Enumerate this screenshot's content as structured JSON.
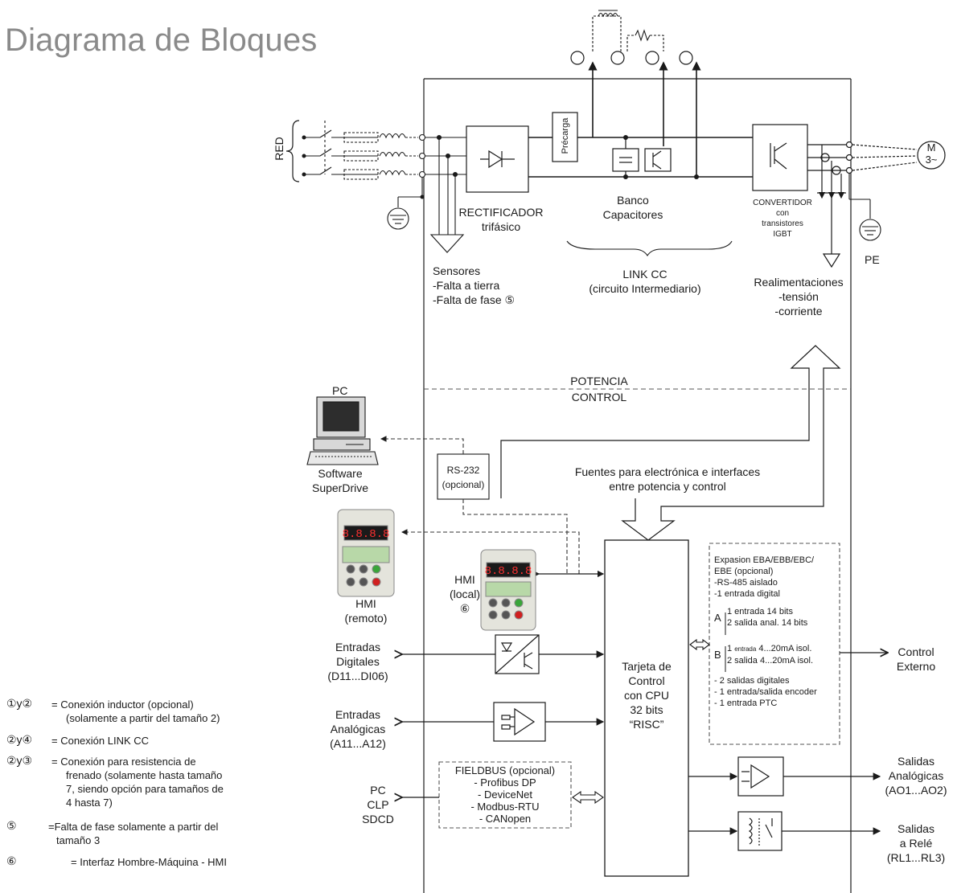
{
  "title": "Diagrama de Bloques",
  "labels": {
    "red": "RED",
    "precarga": "Précarga",
    "rectificador": [
      "RECTIFICADOR",
      "trifásico"
    ],
    "banco": [
      "Banco",
      "Capacitores"
    ],
    "convertidor": [
      "CONVERTIDOR",
      "con",
      "transistores",
      "IGBT"
    ],
    "motor": [
      "M",
      "3~"
    ],
    "pe": "PE",
    "sensores": [
      "Sensores",
      "-Falta a tierra",
      "-Falta de fase ⑤"
    ],
    "link": [
      "LINK CC",
      "(circuito Intermediario)"
    ],
    "realimentaciones": [
      "Realimentaciones",
      "-tensión",
      "-corriente"
    ],
    "potencia": "POTENCIA",
    "control": "CONTROL",
    "pc_top": "PC",
    "software": [
      "Software",
      "SuperDrive"
    ],
    "rs232": [
      "RS-232",
      "(opcional)"
    ],
    "fuentes": [
      "Fuentes para electrónica e interfaces",
      "entre potencia y control"
    ],
    "hmi_remote": [
      "HMI",
      "(remoto)"
    ],
    "hmi_local": [
      "HMI",
      "(local)",
      "⑥"
    ],
    "tarjeta": [
      "Tarjeta de",
      "Control",
      "con CPU",
      "32 bits",
      "“RISC”"
    ],
    "entradas_digitales": [
      "Entradas",
      "Digitales",
      "(D11...DI06)"
    ],
    "entradas_analogicas": [
      "Entradas",
      "Analógicas",
      "(A11...A12)"
    ],
    "pc_clp": [
      "PC",
      "CLP",
      "SDCD"
    ],
    "fieldbus": [
      "FIELDBUS (opcional)",
      "- Profibus DP",
      "- DeviceNet",
      "- Modbus-RTU",
      "- CANopen"
    ],
    "control_externo": [
      "Control",
      "Externo"
    ],
    "salidas_analogicas": [
      "Salidas",
      "Analógicas",
      "(AO1...AO2)"
    ],
    "salidas_rele": [
      "Salidas",
      "a Relé",
      "(RL1...RL3)"
    ],
    "expansion": {
      "head": [
        "Expasion EBA/EBB/EBC/",
        "EBE (opcional)",
        "-RS-485 aislado",
        "-1 entrada digital"
      ],
      "a_key": "A",
      "a_lines": [
        "1 entrada 14 bits",
        "2 salida anal. 14 bits"
      ],
      "b_key": "B",
      "b_small": "entrada",
      "b_lines": [
        "4...20mA isol.",
        "2 salida 4...20mA isol."
      ],
      "b_prefix": "1",
      "tail": [
        "- 2 salidas digitales",
        "- 1 entrada/salida encoder",
        "- 1 entrada PTC"
      ]
    }
  },
  "legend": [
    {
      "key": "①y②",
      "text": [
        "= Conexión inductor (opcional)",
        "(solamente a partir del tamaño 2)"
      ]
    },
    {
      "key": "②y④",
      "text": [
        "= Conexión LINK CC"
      ]
    },
    {
      "key": "②y③",
      "text": [
        "= Conexión para resistencia de",
        "frenado (solamente hasta tamaño",
        "7, siendo opción para tamaños de",
        "4 hasta 7)"
      ]
    },
    {
      "key": "⑤",
      "text": [
        "=Falta de fase solamente a partir del",
        "tamaño 3"
      ]
    },
    {
      "key": "⑥",
      "text": [
        "= Interfaz Hombre-Máquina - HMI"
      ]
    }
  ],
  "colors": {
    "line": "#1a1a1a",
    "title": "#8a8a8a",
    "dashed": "#555555",
    "hmi_body": "#e4e4dc",
    "display": "#b01010",
    "key_green": "#3aa53a",
    "key_red": "#d02020"
  }
}
